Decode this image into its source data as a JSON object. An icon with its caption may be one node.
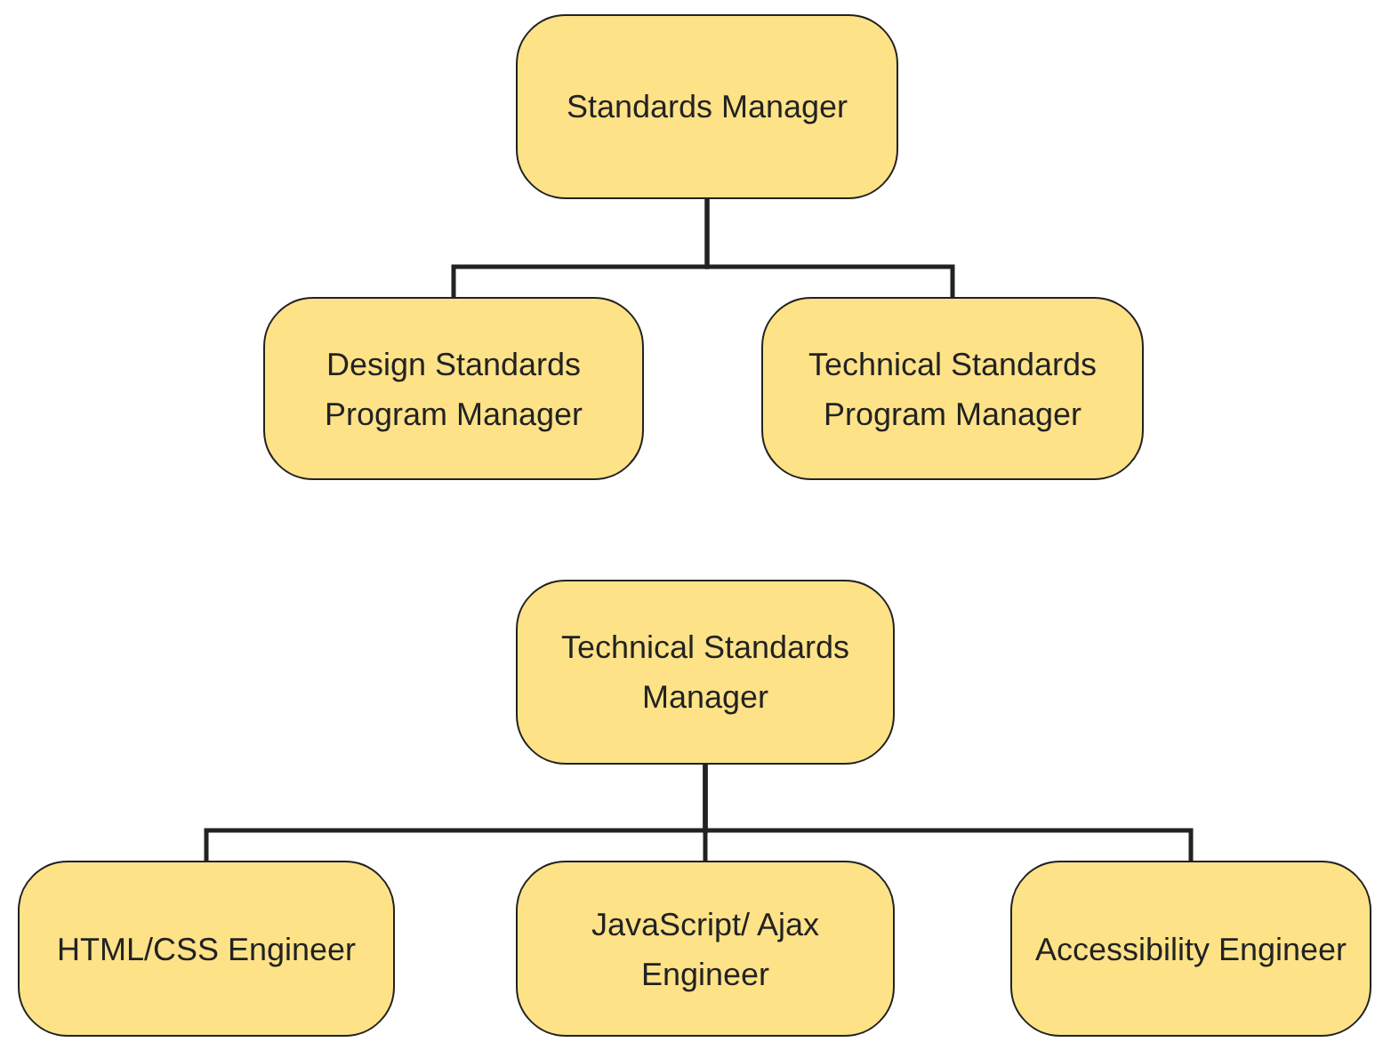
{
  "diagram": {
    "nodes": [
      {
        "text": [
          "Standards Manager"
        ]
      },
      {
        "text": [
          "Design Standards Program Manager"
        ]
      },
      {
        "text": [
          "Technical Standards Program Manager"
        ]
      },
      {
        "text": [
          "Technical Standards Manager"
        ]
      },
      {
        "text": [
          "HTML/CSS Engineer"
        ]
      },
      {
        "text": [
          "JavaScript/ Ajax Engineer"
        ]
      },
      {
        "text": [
          "Accessibility Engineer"
        ]
      }
    ],
    "edges": [
      {
        "from": 0,
        "to": 1,
        "arrow": "none"
      },
      {
        "from": 0,
        "to": 2,
        "arrow": "none"
      },
      {
        "from": 3,
        "to": 4,
        "arrow": "none"
      },
      {
        "from": 3,
        "to": 5,
        "arrow": "none"
      },
      {
        "from": 3,
        "to": 6,
        "arrow": "none"
      }
    ]
  }
}
